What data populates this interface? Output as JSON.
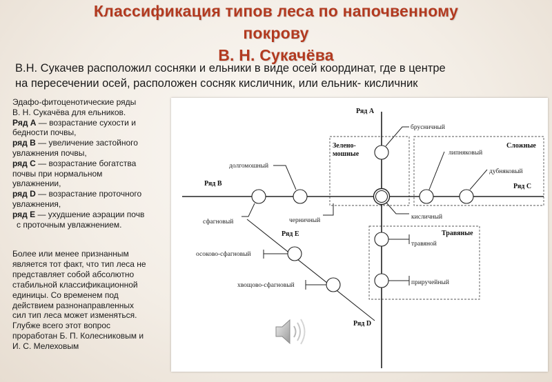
{
  "title": {
    "line1": "Классификация типов леса по напочвенному",
    "line2": "покрову",
    "line3": "В. Н. Сукачёва"
  },
  "intro": {
    "line1": "В.Н. Сукачев расположил сосняки и ельники в виде осей координат, где в центре",
    "line2": "на пересечении осей, расположен сосняк кисличник, или ельник- кисличник"
  },
  "left_notes": {
    "heading_l1": "Эдафо-фитоценотические ряды",
    "heading_l2": "В. Н. Сукачёва для ельников.",
    "rows": [
      {
        "key": "Ряд А",
        "l1": " — возрастание сухости и",
        "l2": "бедности почвы,"
      },
      {
        "key": "ряд В",
        "l1": " — увеличение застойного",
        "l2": "увлажнения почвы,"
      },
      {
        "key": "ряд С",
        "l1": " — возрастание богатства",
        "l2": "почвы при нормальном",
        "l3": "увлажнении,"
      },
      {
        "key": "ряд D",
        "l1": " — возрастание проточного",
        "l2": "увлажнения,"
      },
      {
        "key": "ряд Е",
        "l1": " — ухудшение аэрации почв",
        "l2": "с проточным увлажнением."
      }
    ]
  },
  "left_notes2": {
    "lines": [
      "Более или менее признанным",
      "является тот факт, что тип леса не",
      "представляет собой абсолютно",
      "стабильной классификационной",
      "единицы. Со временем под",
      "действием разнонаправленных",
      "сил тип леса может изменяться.",
      "Глубже всего этот вопрос",
      "проработан Б. П. Колесниковым и",
      "И. С. Мелеховым"
    ]
  },
  "diagram": {
    "axis_a": "Ряд А",
    "axis_b": "Ряд В",
    "axis_c": "Ряд С",
    "axis_d": "Ряд D",
    "axis_e": "Ряд Е",
    "group_green_l1": "Зелено-",
    "group_green_l2": "мошные",
    "group_complex": "Сложные",
    "group_grass": "Травяные",
    "brusnichny": "брусничный",
    "lipnyakovy": "липняковый",
    "dubnyakovy": "дубняковый",
    "dolgomoshny": "долгомошный",
    "sfagnovy": "сфагновый",
    "chernichny": "черничный",
    "kislichny": "кисличный",
    "travyanoy": "травяной",
    "priruchey": "приручейный",
    "osokovo": "осоково-сфагновый",
    "khvoshchovo": "хвощово-сфагновый"
  },
  "colors": {
    "title": "#b23a20",
    "background": "#f2ece4"
  },
  "icons": {
    "speaker": "speaker-icon"
  }
}
